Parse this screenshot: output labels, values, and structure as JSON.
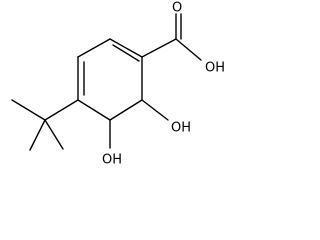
{
  "molecule": {
    "atom_labels": {
      "carboxyl_oxygen": "O",
      "carboxyl_hydroxyl": "OH",
      "ring_hydroxyl_upper": "OH",
      "ring_hydroxyl_lower": "OH"
    },
    "colors": {
      "bond": "#000000",
      "label": "#000000",
      "background": "#ffffff"
    }
  }
}
